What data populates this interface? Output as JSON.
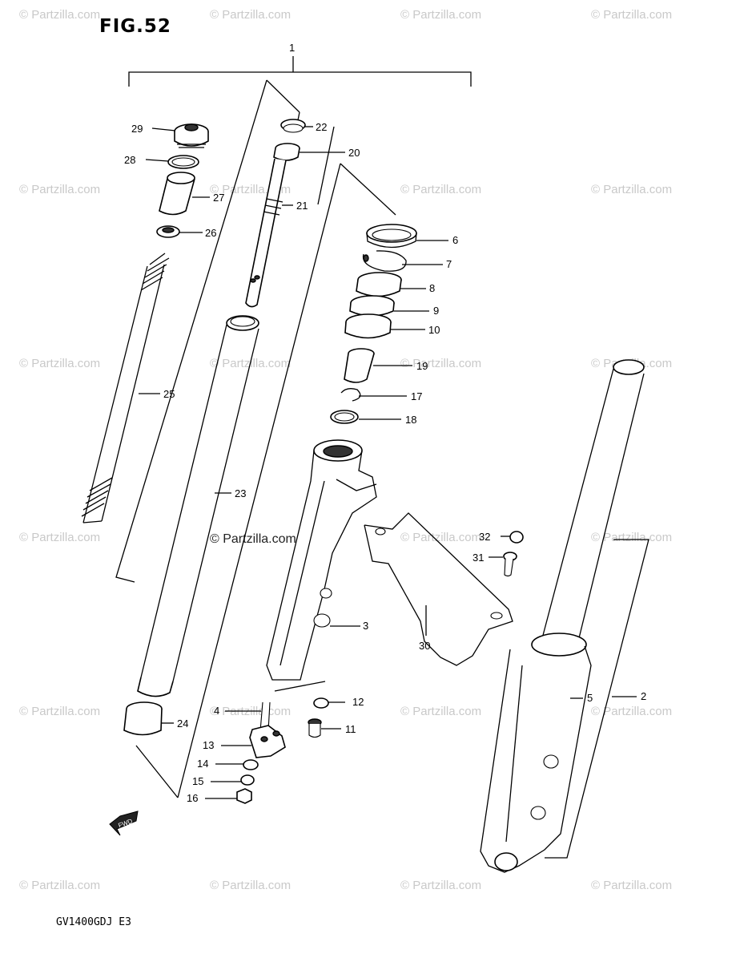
{
  "figure": {
    "title": "FIG.52",
    "model_code": "GV1400GDJ E3",
    "watermark": "© Partzilla.com",
    "center_watermark": "© Partzilla.com"
  },
  "callouts": [
    {
      "id": "c1",
      "label": "1"
    },
    {
      "id": "c2",
      "label": "2"
    },
    {
      "id": "c3",
      "label": "3"
    },
    {
      "id": "c4",
      "label": "4"
    },
    {
      "id": "c5",
      "label": "5"
    },
    {
      "id": "c6",
      "label": "6"
    },
    {
      "id": "c7",
      "label": "7"
    },
    {
      "id": "c8",
      "label": "8"
    },
    {
      "id": "c9",
      "label": "9"
    },
    {
      "id": "c10",
      "label": "10"
    },
    {
      "id": "c11",
      "label": "11"
    },
    {
      "id": "c12",
      "label": "12"
    },
    {
      "id": "c13",
      "label": "13"
    },
    {
      "id": "c14",
      "label": "14"
    },
    {
      "id": "c15",
      "label": "15"
    },
    {
      "id": "c16",
      "label": "16"
    },
    {
      "id": "c17",
      "label": "17"
    },
    {
      "id": "c18",
      "label": "18"
    },
    {
      "id": "c19",
      "label": "19"
    },
    {
      "id": "c20",
      "label": "20"
    },
    {
      "id": "c21",
      "label": "21"
    },
    {
      "id": "c22",
      "label": "22"
    },
    {
      "id": "c23",
      "label": "23"
    },
    {
      "id": "c24",
      "label": "24"
    },
    {
      "id": "c25",
      "label": "25"
    },
    {
      "id": "c26",
      "label": "26"
    },
    {
      "id": "c27",
      "label": "27"
    },
    {
      "id": "c28",
      "label": "28"
    },
    {
      "id": "c29",
      "label": "29"
    },
    {
      "id": "c30",
      "label": "30"
    },
    {
      "id": "c31",
      "label": "31"
    },
    {
      "id": "c32",
      "label": "32"
    }
  ],
  "fwd_arrow": {
    "label": "FWD"
  }
}
